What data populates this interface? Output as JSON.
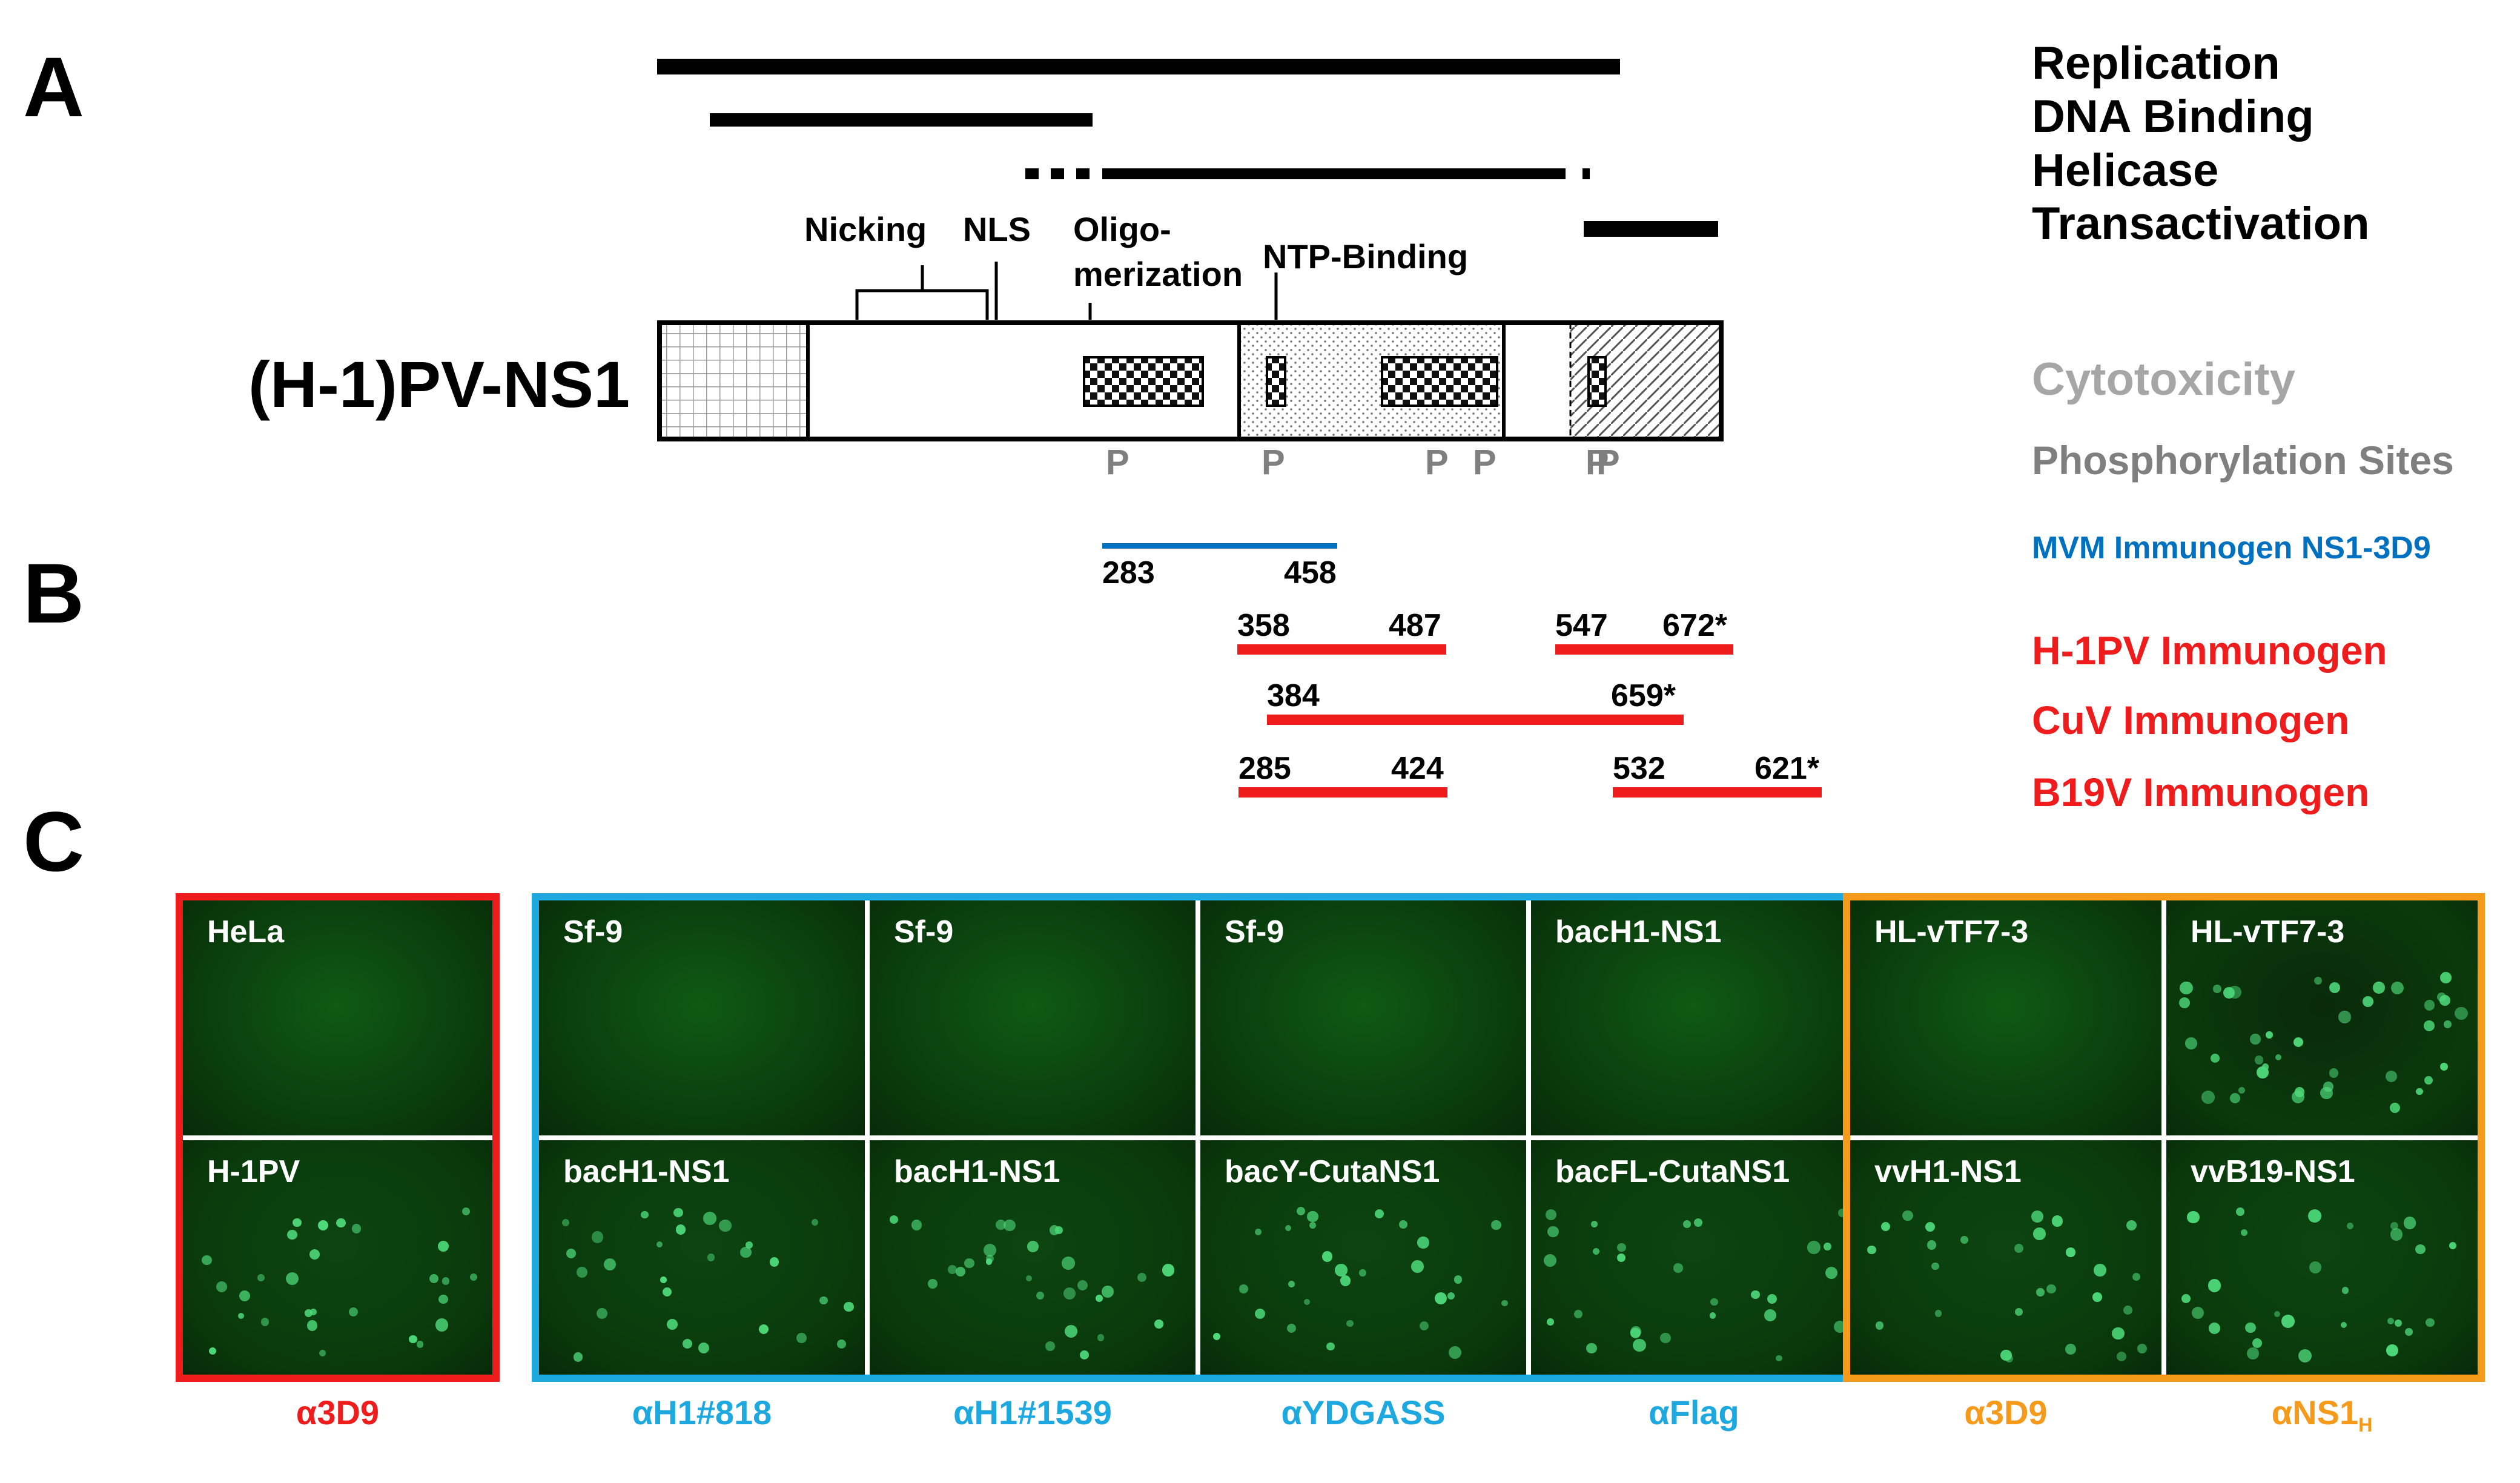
{
  "panels": {
    "a": "A",
    "b": "B",
    "c": "C"
  },
  "protein_name": "(H-1)PV-NS1",
  "functions": [
    "Replication",
    "DNA Binding",
    "Helicase",
    "Transactivation"
  ],
  "domains": {
    "nicking": "Nicking",
    "nls": "NLS",
    "oligo_line1": "Oligo-",
    "oligo_line2": "merization",
    "ntp": "NTP-Binding"
  },
  "phospho_mark": "P",
  "legend_right": {
    "cytotoxicity": "Cytotoxicity",
    "phospho": "Phosphorylation Sites",
    "mvm": "MVM Immunogen NS1-3D9",
    "h1pv": "H-1PV Immunogen",
    "cuv": "CuV Immunogen",
    "b19v": "B19V Immunogen"
  },
  "immunogens": {
    "mvm": {
      "start": "283",
      "end": "458"
    },
    "h1pv_a": {
      "start": "358",
      "end": "487"
    },
    "h1pv_b": {
      "start": "547",
      "end": "672*"
    },
    "cuv": {
      "start": "384",
      "end": "659*"
    },
    "b19v_a": {
      "start": "285",
      "end": "424"
    },
    "b19v_b": {
      "start": "532",
      "end": "621*"
    }
  },
  "colors": {
    "red": "#ee1c1c",
    "blue": "#0070c0",
    "cyan": "#1ea8e0",
    "orange": "#f59a1b",
    "gray": "#7f7f7f",
    "lightgray": "#a6a6a6",
    "cell_bg": "#0c4a0c"
  },
  "micrographs": {
    "red_group": {
      "top": [
        "HeLa"
      ],
      "bottom": [
        "H-1PV"
      ],
      "antibodies": [
        "α3D9"
      ]
    },
    "blue_group": {
      "top": [
        "Sf-9",
        "Sf-9",
        "Sf-9",
        "bacH1-NS1"
      ],
      "bottom": [
        "bacH1-NS1",
        "bacH1-NS1",
        "bacY-CutaNS1",
        "bacFL-CutaNS1"
      ],
      "antibodies": [
        "αH1#818",
        "αH1#1539",
        "αYDGASS",
        "αFlag"
      ]
    },
    "orange_group": {
      "top": [
        "HL-vTF7-3",
        "HL-vTF7-3"
      ],
      "bottom": [
        "vvH1-NS1",
        "vvB19-NS1"
      ],
      "antibodies": [
        "α3D9",
        "αNS1"
      ],
      "last_antibody_subscript": "H"
    }
  }
}
